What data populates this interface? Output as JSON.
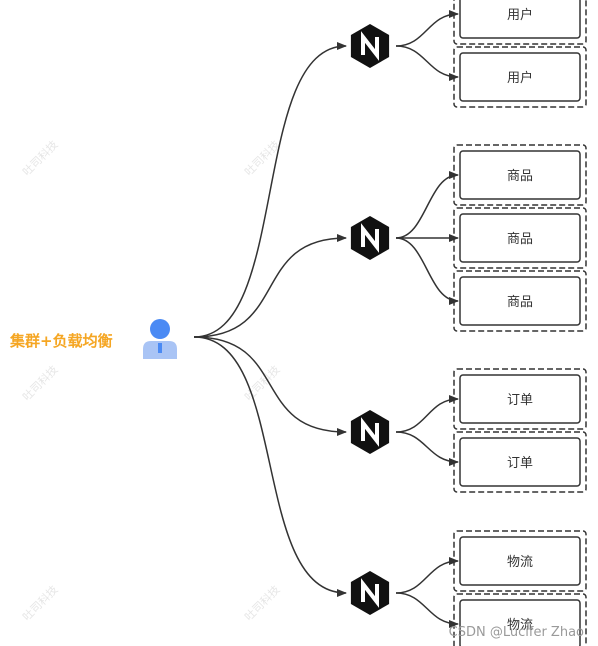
{
  "diagram": {
    "title": "集群+负载均衡",
    "client_icon": "user-icon",
    "balancer_icon": "nginx-icon",
    "groups": [
      {
        "service": "用户",
        "nodes": [
          "用户",
          "用户"
        ]
      },
      {
        "service": "商品",
        "nodes": [
          "商品",
          "商品",
          "商品"
        ]
      },
      {
        "service": "订单",
        "nodes": [
          "订单",
          "订单"
        ]
      },
      {
        "service": "物流",
        "nodes": [
          "物流",
          "物流"
        ]
      }
    ],
    "watermark_text": "吐司科技",
    "footer": "CSDN @Lucifer Zhao",
    "colors": {
      "title": "#f5a623",
      "user_head": "#4a8af4",
      "user_body": "#a9c4f5",
      "nginx_fill": "#111111",
      "line": "#333333"
    }
  }
}
